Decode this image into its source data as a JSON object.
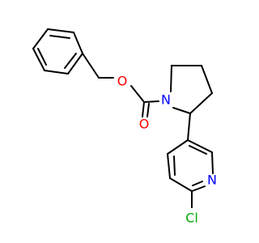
{
  "molecule": {
    "atoms": {
      "O1": {
        "symbol": "O",
        "color": "#ff0000"
      },
      "O2": {
        "symbol": "O",
        "color": "#ff0000"
      },
      "N1": {
        "symbol": "N",
        "color": "#0000ff"
      },
      "N2": {
        "symbol": "N",
        "color": "#0000ff"
      },
      "Cl": {
        "symbol": "Cl",
        "color": "#00aa00"
      }
    }
  }
}
